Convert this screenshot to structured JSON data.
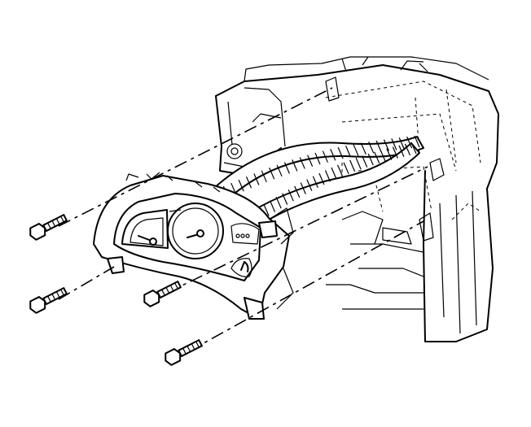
{
  "figure": {
    "kind": "line-art",
    "background": "#ffffff",
    "ink": "#000000",
    "parts": [
      "instrument-cluster",
      "fastener-bolt",
      "instrument-panel-carrier",
      "wiring-harness-bundle"
    ]
  }
}
